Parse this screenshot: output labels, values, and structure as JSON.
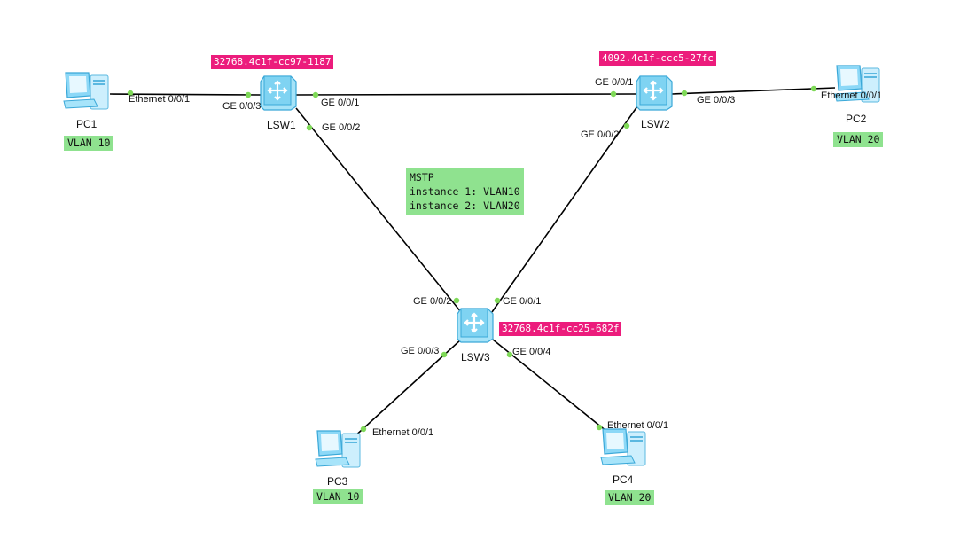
{
  "colors": {
    "link": "#000000",
    "port_dot": "#7ed957",
    "bridge_id_bg": "#ec1c7c",
    "vlan_bg": "#8fe28f",
    "switch_icon": "#7fd3f2",
    "pc_icon": "#8cd8f7"
  },
  "devices": {
    "pc1": {
      "name": "PC1",
      "vlan": "VLAN 10",
      "icon": "pc-icon"
    },
    "pc2": {
      "name": "PC2",
      "vlan": "VLAN 20",
      "icon": "pc-icon"
    },
    "pc3": {
      "name": "PC3",
      "vlan": "VLAN 10",
      "icon": "pc-icon"
    },
    "pc4": {
      "name": "PC4",
      "vlan": "VLAN 20",
      "icon": "pc-icon"
    },
    "lsw1": {
      "name": "LSW1",
      "bridge_id": "32768.4c1f-cc97-1187",
      "icon": "switch-icon"
    },
    "lsw2": {
      "name": "LSW2",
      "bridge_id": "4092.4c1f-ccc5-27fc",
      "icon": "switch-icon"
    },
    "lsw3": {
      "name": "LSW3",
      "bridge_id": "32768.4c1f-cc25-682f",
      "icon": "switch-icon"
    }
  },
  "ports": {
    "pc1_eth": "Ethernet 0/0/1",
    "lsw1_ge3": "GE 0/0/3",
    "lsw1_ge1": "GE 0/0/1",
    "lsw1_ge2": "GE 0/0/2",
    "lsw2_ge1": "GE 0/0/1",
    "lsw2_ge3": "GE 0/0/3",
    "lsw2_ge2": "GE 0/0/2",
    "pc2_eth": "Ethernet 0/0/1",
    "lsw3_ge2": "GE 0/0/2",
    "lsw3_ge1": "GE 0/0/1",
    "lsw3_ge3": "GE 0/0/3",
    "lsw3_ge4": "GE 0/0/4",
    "pc3_eth": "Ethernet 0/0/1",
    "pc4_eth": "Ethernet 0/0/1"
  },
  "mstp_note": {
    "title": "MSTP",
    "line1": "instance 1: VLAN10",
    "line2": "instance 2: VLAN20"
  }
}
